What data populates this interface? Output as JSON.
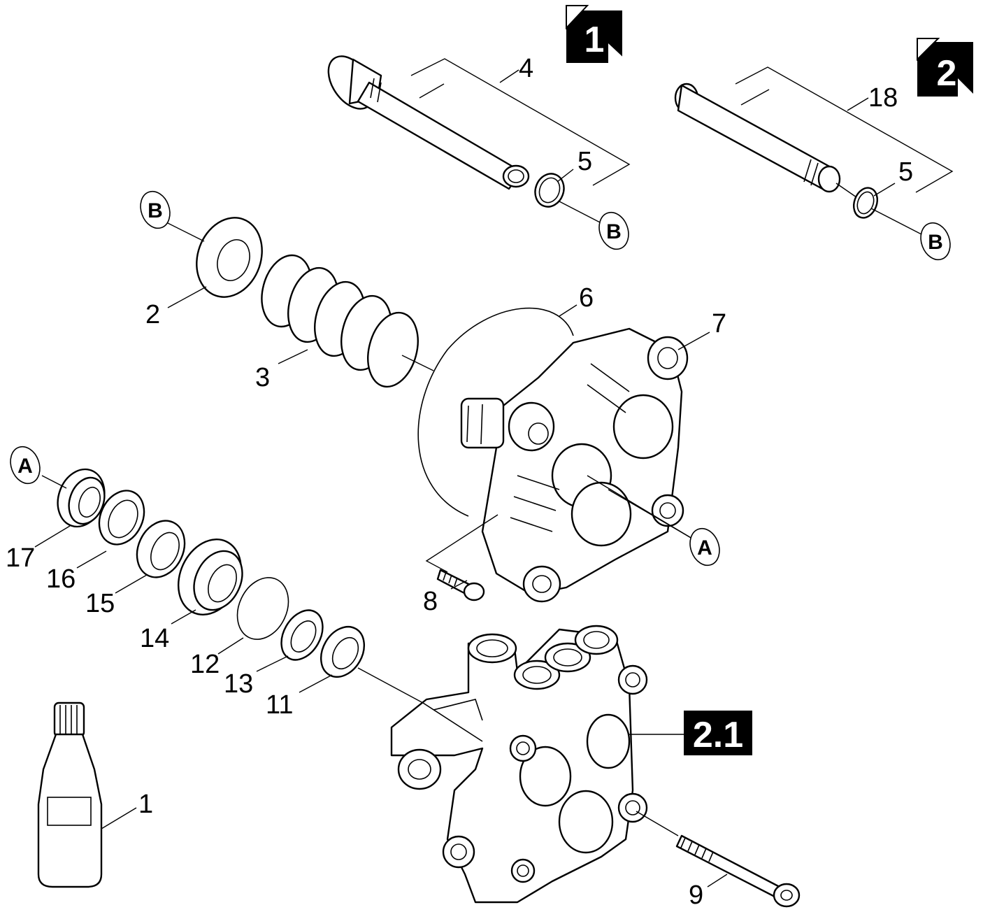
{
  "callouts": {
    "c1": "1",
    "c2": "2",
    "c3": "3",
    "c4": "4",
    "c5a": "5",
    "c5b": "5",
    "c6": "6",
    "c7": "7",
    "c8": "8",
    "c9": "9",
    "c11": "11",
    "c12": "12",
    "c13": "13",
    "c14": "14",
    "c15": "15",
    "c16": "16",
    "c17": "17",
    "c18": "18"
  },
  "badges": {
    "badge1": "1",
    "badge2": "2",
    "badge21": "2.1"
  },
  "refs": {
    "b1": "B",
    "b2": "B",
    "b3": "B",
    "a1": "A",
    "a2": "A"
  },
  "colors": {
    "ink": "#000000",
    "paper": "#ffffff"
  }
}
